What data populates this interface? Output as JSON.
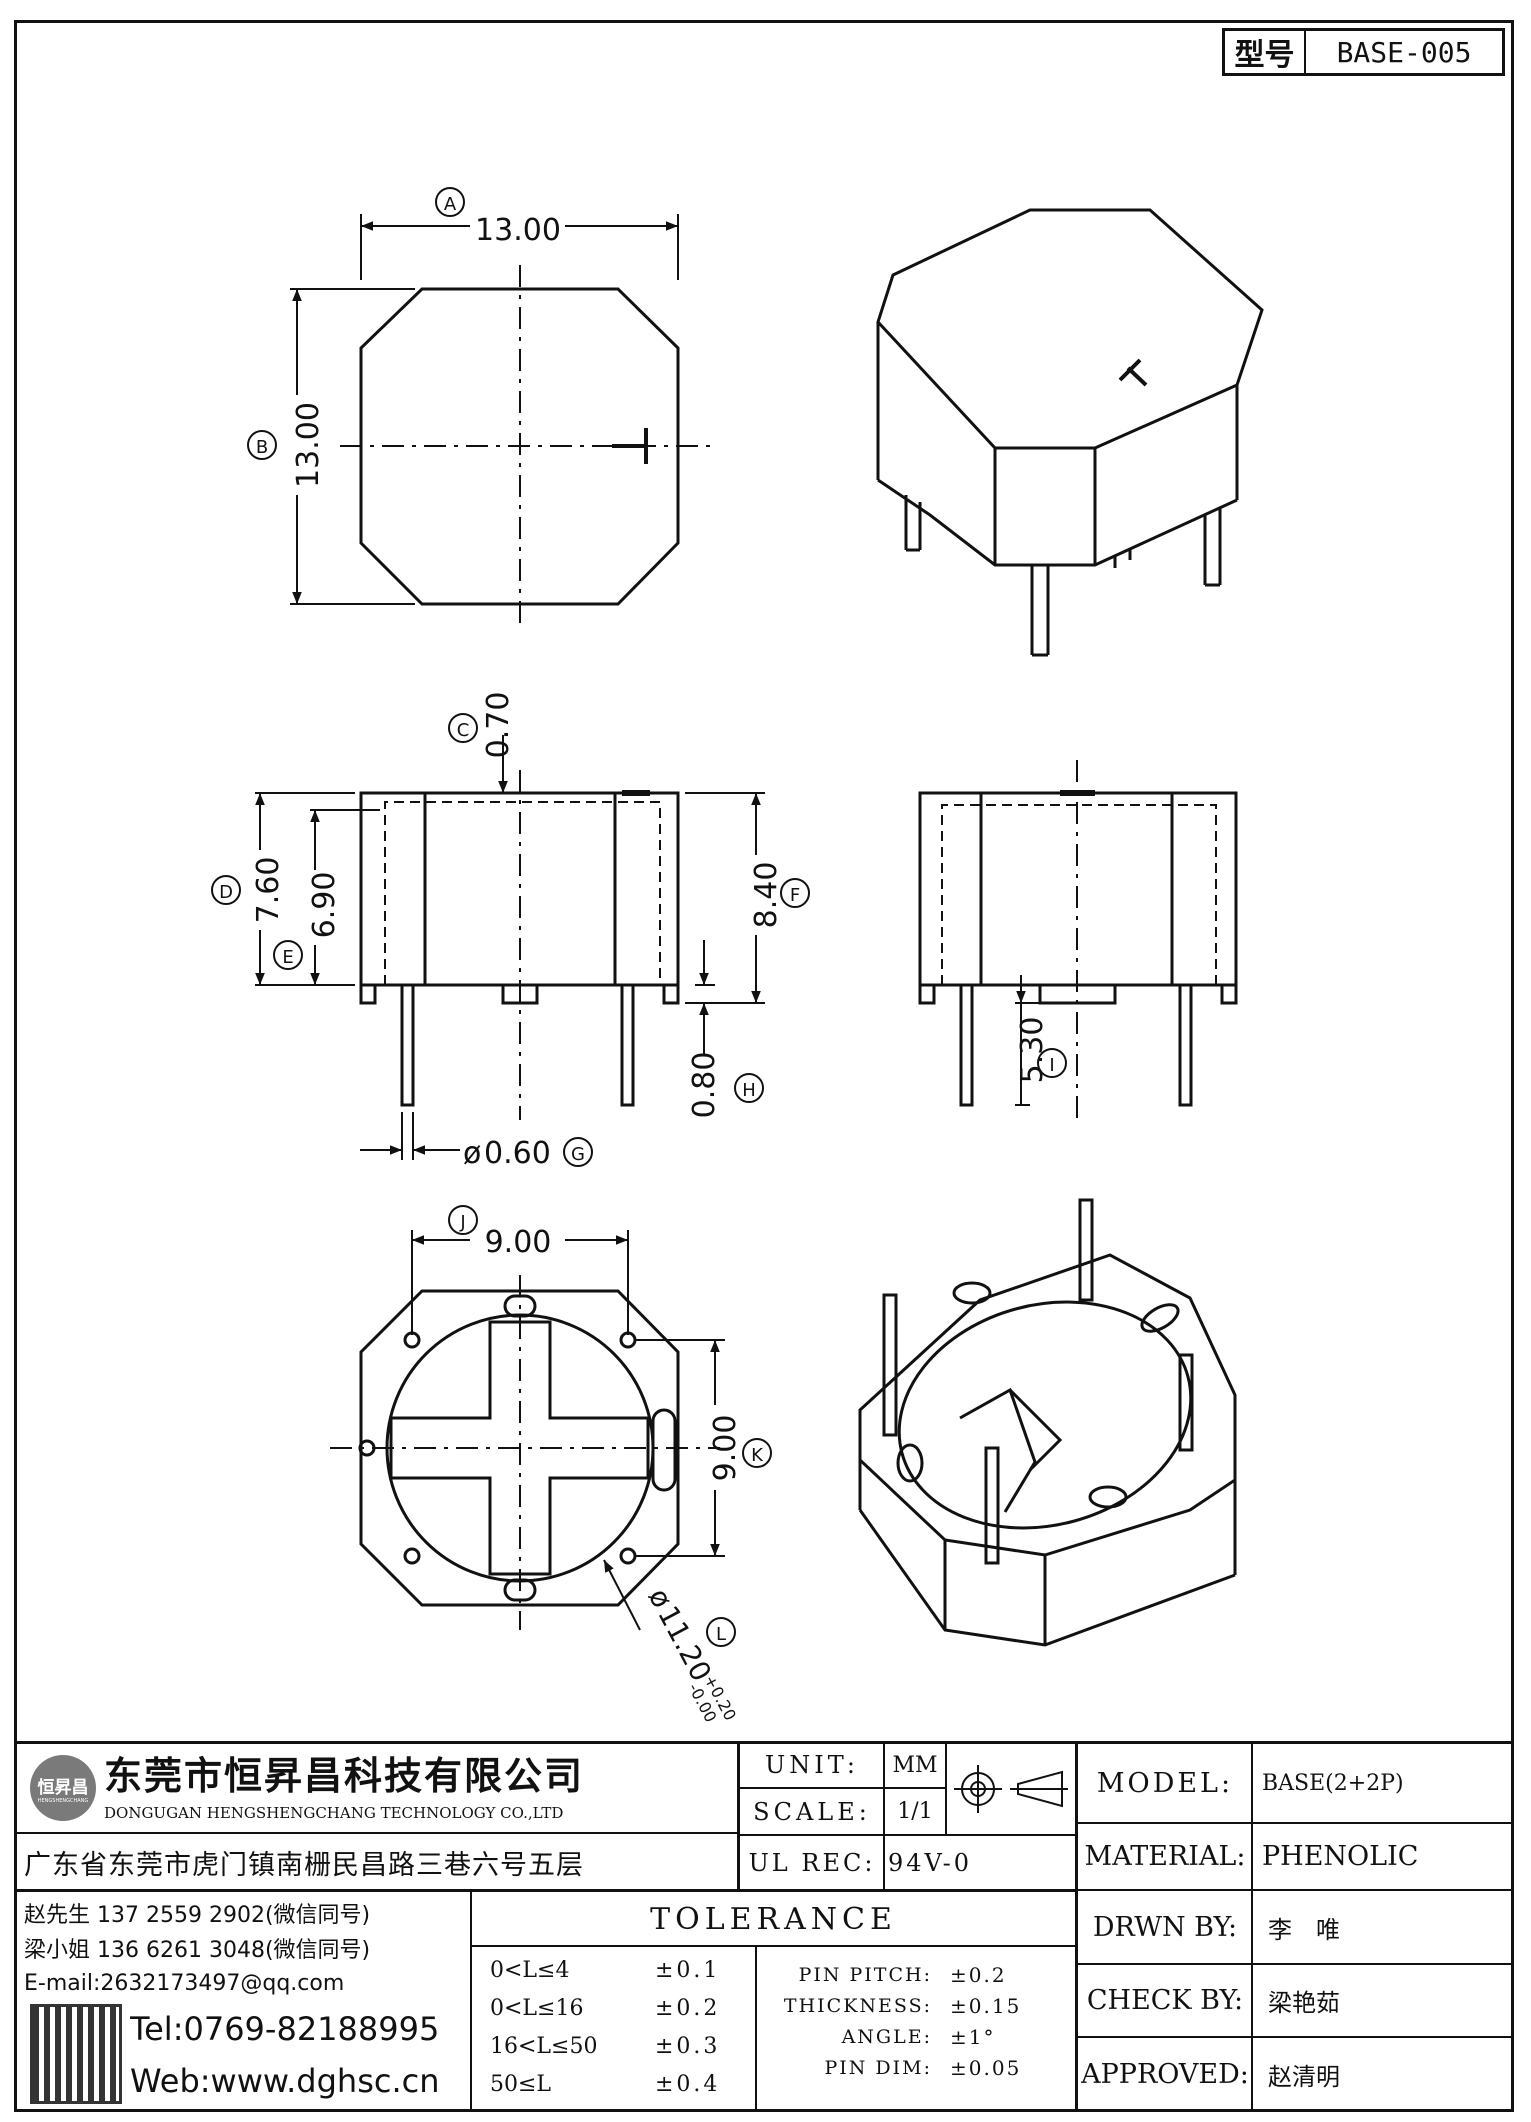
{
  "header": {
    "label": "型号",
    "value": "BASE-005"
  },
  "dimensions": {
    "A": "13.00",
    "B": "13.00",
    "C": "0.70",
    "D": "7.60",
    "E": "6.90",
    "F": "8.40",
    "G": "0.60",
    "H": "0.80",
    "I": "5.30",
    "J": "9.00",
    "K": "9.00",
    "L": "11.20",
    "L_tol_plus": "+0.20",
    "L_tol_minus": "-0.00"
  },
  "markers": {
    "A": "A",
    "B": "B",
    "C": "C",
    "D": "D",
    "E": "E",
    "F": "F",
    "G": "G",
    "H": "H",
    "I": "I",
    "J": "J",
    "K": "K",
    "L": "L"
  },
  "symbols": {
    "diameter": "ø"
  },
  "company": {
    "name_cn": "东莞市恒昇昌科技有限公司",
    "name_en": "DONGUGAN HENGSHENGCHANG TECHNOLOGY CO.,LTD",
    "address": "广东省东莞市虎门镇南栅民昌路三巷六号五层",
    "logo_text": "恒昇昌",
    "logo_sub": "HENGSHENGCHANG",
    "contacts": [
      "赵先生 137 2559 2902(微信同号)",
      "梁小姐 136 6261 3048(微信同号)",
      "E-mail:2632173497@qq.com"
    ],
    "tel": "Tel:0769-82188995",
    "web": "Web:www.dghsc.cn"
  },
  "specs": {
    "unit_label": "UNIT:",
    "unit_value": "MM",
    "scale_label": "SCALE:",
    "scale_value": "1/1",
    "ulrec_label": "UL REC:",
    "ulrec_value": "94V-0"
  },
  "tolerance": {
    "title": "TOLERANCE",
    "ranges": [
      {
        "range": "0<L≤4",
        "value": "±0.1"
      },
      {
        "range": "0<L≤16",
        "value": "±0.2"
      },
      {
        "range": "16<L≤50",
        "value": "±0.3"
      },
      {
        "range": "50≤L",
        "value": "±0.4"
      }
    ],
    "pins": [
      {
        "label": "PIN PITCH:",
        "value": "±0.2"
      },
      {
        "label": "THICKNESS:",
        "value": "±0.15"
      },
      {
        "label": "ANGLE:",
        "value": "±1°"
      },
      {
        "label": "PIN DIM:",
        "value": "±0.05"
      }
    ]
  },
  "model_block": {
    "model_label": "MODEL:",
    "model_value": "BASE(2+2P)",
    "material_label": "MATERIAL:",
    "material_value": "PHENOLIC",
    "drwn_label": "DRWN BY:",
    "drwn_value": "李　唯",
    "check_label": "CHECK BY:",
    "check_value": "梁艳茹",
    "approved_label": "APPROVED:",
    "approved_value": "赵清明"
  }
}
